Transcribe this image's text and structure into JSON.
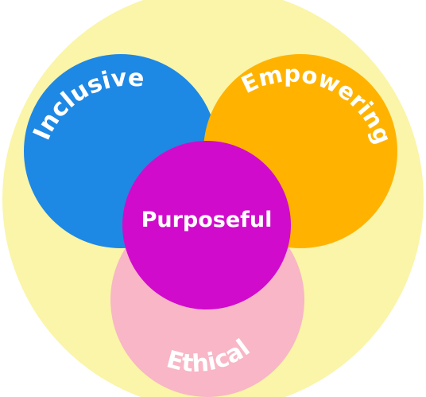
{
  "diagram": {
    "outer_circle": {
      "color": "#FAF5A8"
    },
    "circles": [
      {
        "id": "inclusive",
        "label": "Inclusive",
        "color": "#1E88E5"
      },
      {
        "id": "empowering",
        "label": "Empowering",
        "color": "#FFB300"
      },
      {
        "id": "ethical",
        "label": "Ethical",
        "color": "#F8B6C6"
      },
      {
        "id": "purposeful",
        "label": "Purposeful",
        "color": "#D10BCB"
      }
    ],
    "label_color": "#FFFFFF"
  }
}
